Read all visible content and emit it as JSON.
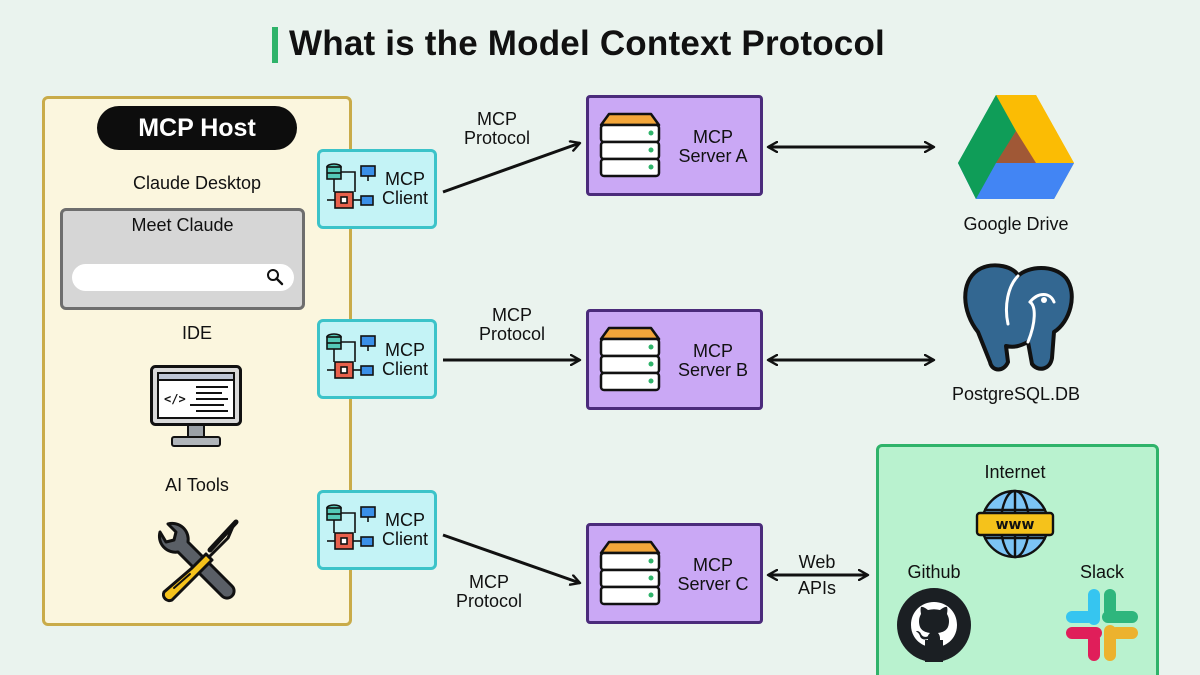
{
  "title": "What is the Model Context Protocol",
  "host": {
    "pill": "MCP Host",
    "claude_desktop": "Claude Desktop",
    "claude_window_title": "Meet Claude",
    "ide": "IDE",
    "ai_tools": "AI Tools"
  },
  "clients": [
    {
      "line1": "MCP",
      "line2": "Client"
    },
    {
      "line1": "MCP",
      "line2": "Client"
    },
    {
      "line1": "MCP",
      "line2": "Client"
    }
  ],
  "protocol_labels": [
    {
      "line1": "MCP",
      "line2": "Protocol"
    },
    {
      "line1": "MCP",
      "line2": "Protocol"
    },
    {
      "line1": "MCP",
      "line2": "Protocol"
    }
  ],
  "servers": [
    {
      "line1": "MCP",
      "line2": "Server A"
    },
    {
      "line1": "MCP",
      "line2": "Server B"
    },
    {
      "line1": "MCP",
      "line2": "Server C"
    }
  ],
  "web_apis": {
    "line1": "Web",
    "line2": "APIs"
  },
  "services": {
    "google_drive": "Google Drive",
    "postgres": "PostgreSQL.DB",
    "internet": "Internet",
    "internet_badge": "www",
    "github": "Github",
    "slack": "Slack"
  },
  "colors": {
    "background": "#eaf3ee",
    "accent_green": "#2fb36a",
    "host_border": "#c9ab49",
    "client_fill": "#c4f3f6",
    "server_fill": "#caa8f5",
    "remote_fill": "#b9f2cf"
  }
}
